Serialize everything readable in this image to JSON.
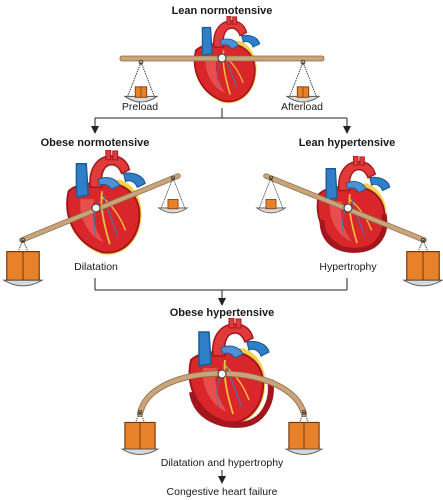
{
  "panels": {
    "top": {
      "title": "Lean normotensive",
      "left_label": "Preload",
      "right_label": "Afterload"
    },
    "middle_left": {
      "title": "Obese normotensive",
      "label": "Dilatation"
    },
    "middle_right": {
      "title": "Lean hypertensive",
      "label": "Hypertrophy"
    },
    "bottom": {
      "title": "Obese hypertensive",
      "label": "Dilatation and hypertrophy"
    }
  },
  "outcome": "Congestive heart failure",
  "colors": {
    "heart_red": "#d8262b",
    "heart_dark": "#a3161d",
    "vessel_blue": "#2f7fc8",
    "weight_orange": "#e8822a",
    "beam_tan": "#c9a47a",
    "arrow": "#222222"
  },
  "icons": [
    "heart-illustration",
    "balance-scale",
    "weight-box",
    "arrow-down"
  ]
}
